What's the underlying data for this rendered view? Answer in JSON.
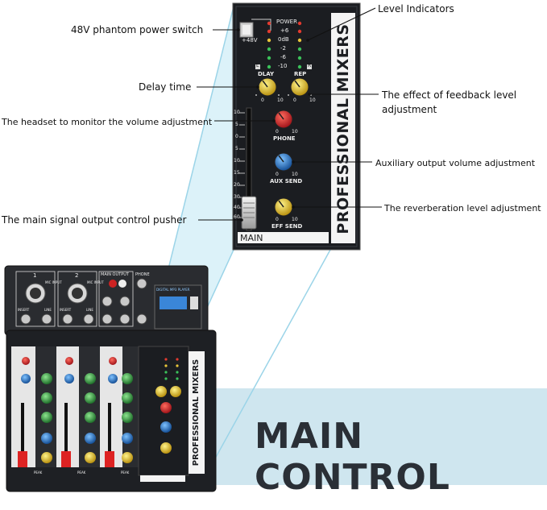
{
  "annotations": {
    "phantom_switch": "48V phantom power switch",
    "level_indicators": "Level Indicators",
    "delay_time": "Delay time",
    "feedback_effect": "The effect of feedback level adjustment",
    "headset_monitor": "The headset to monitor the volume adjustment",
    "aux_output": "Auxiliary output volume adjustment",
    "reverb_level": "The reverberation level adjustment",
    "main_fader": "The main signal output control pusher"
  },
  "panel": {
    "brand": "PROFESSIONAL MIXERS",
    "power_label": "POWER",
    "phantom_label": "+48V",
    "meter_labels": [
      "+6",
      "0dB",
      "-2",
      "-6",
      "-10"
    ],
    "left_label": "L",
    "right_label": "R",
    "dlay_label": "DLAY",
    "rep_label": "REP",
    "knob_scale_min": "0",
    "knob_scale_max": "10",
    "phone_label": "PHONE",
    "aux_send_label": "AUX SEND",
    "eff_send_label": "EFF SEND",
    "main_label": "MAIN",
    "fader_scale": [
      "10",
      "5",
      "0",
      "5",
      "10",
      "15",
      "20",
      "30",
      "40",
      "60"
    ]
  },
  "mixer": {
    "ch1": "1",
    "ch2": "2",
    "main_output": "MAIN OUTPUT",
    "phone": "PHONE",
    "mic_input": "MIC INPUT",
    "insert": "INSERT",
    "line": "LINE",
    "player_label": "DIGITAL MP3 PLAYER",
    "brand": "PROFESSIONAL MIXERS",
    "peak": "PEAK"
  },
  "banner": {
    "title": "MAIN CONTROL"
  },
  "colors": {
    "panel": "#1b1d21",
    "banner": "#cfe6ef",
    "knob_red": "#d9262c",
    "knob_yellow": "#f2d12a",
    "knob_blue": "#2a7fd4",
    "knob_green": "#3fae49",
    "led_red": "#e33a2f",
    "led_yellow": "#e8c53a",
    "led_green": "#3bc25a",
    "connector_line": "#9bd4e8"
  }
}
